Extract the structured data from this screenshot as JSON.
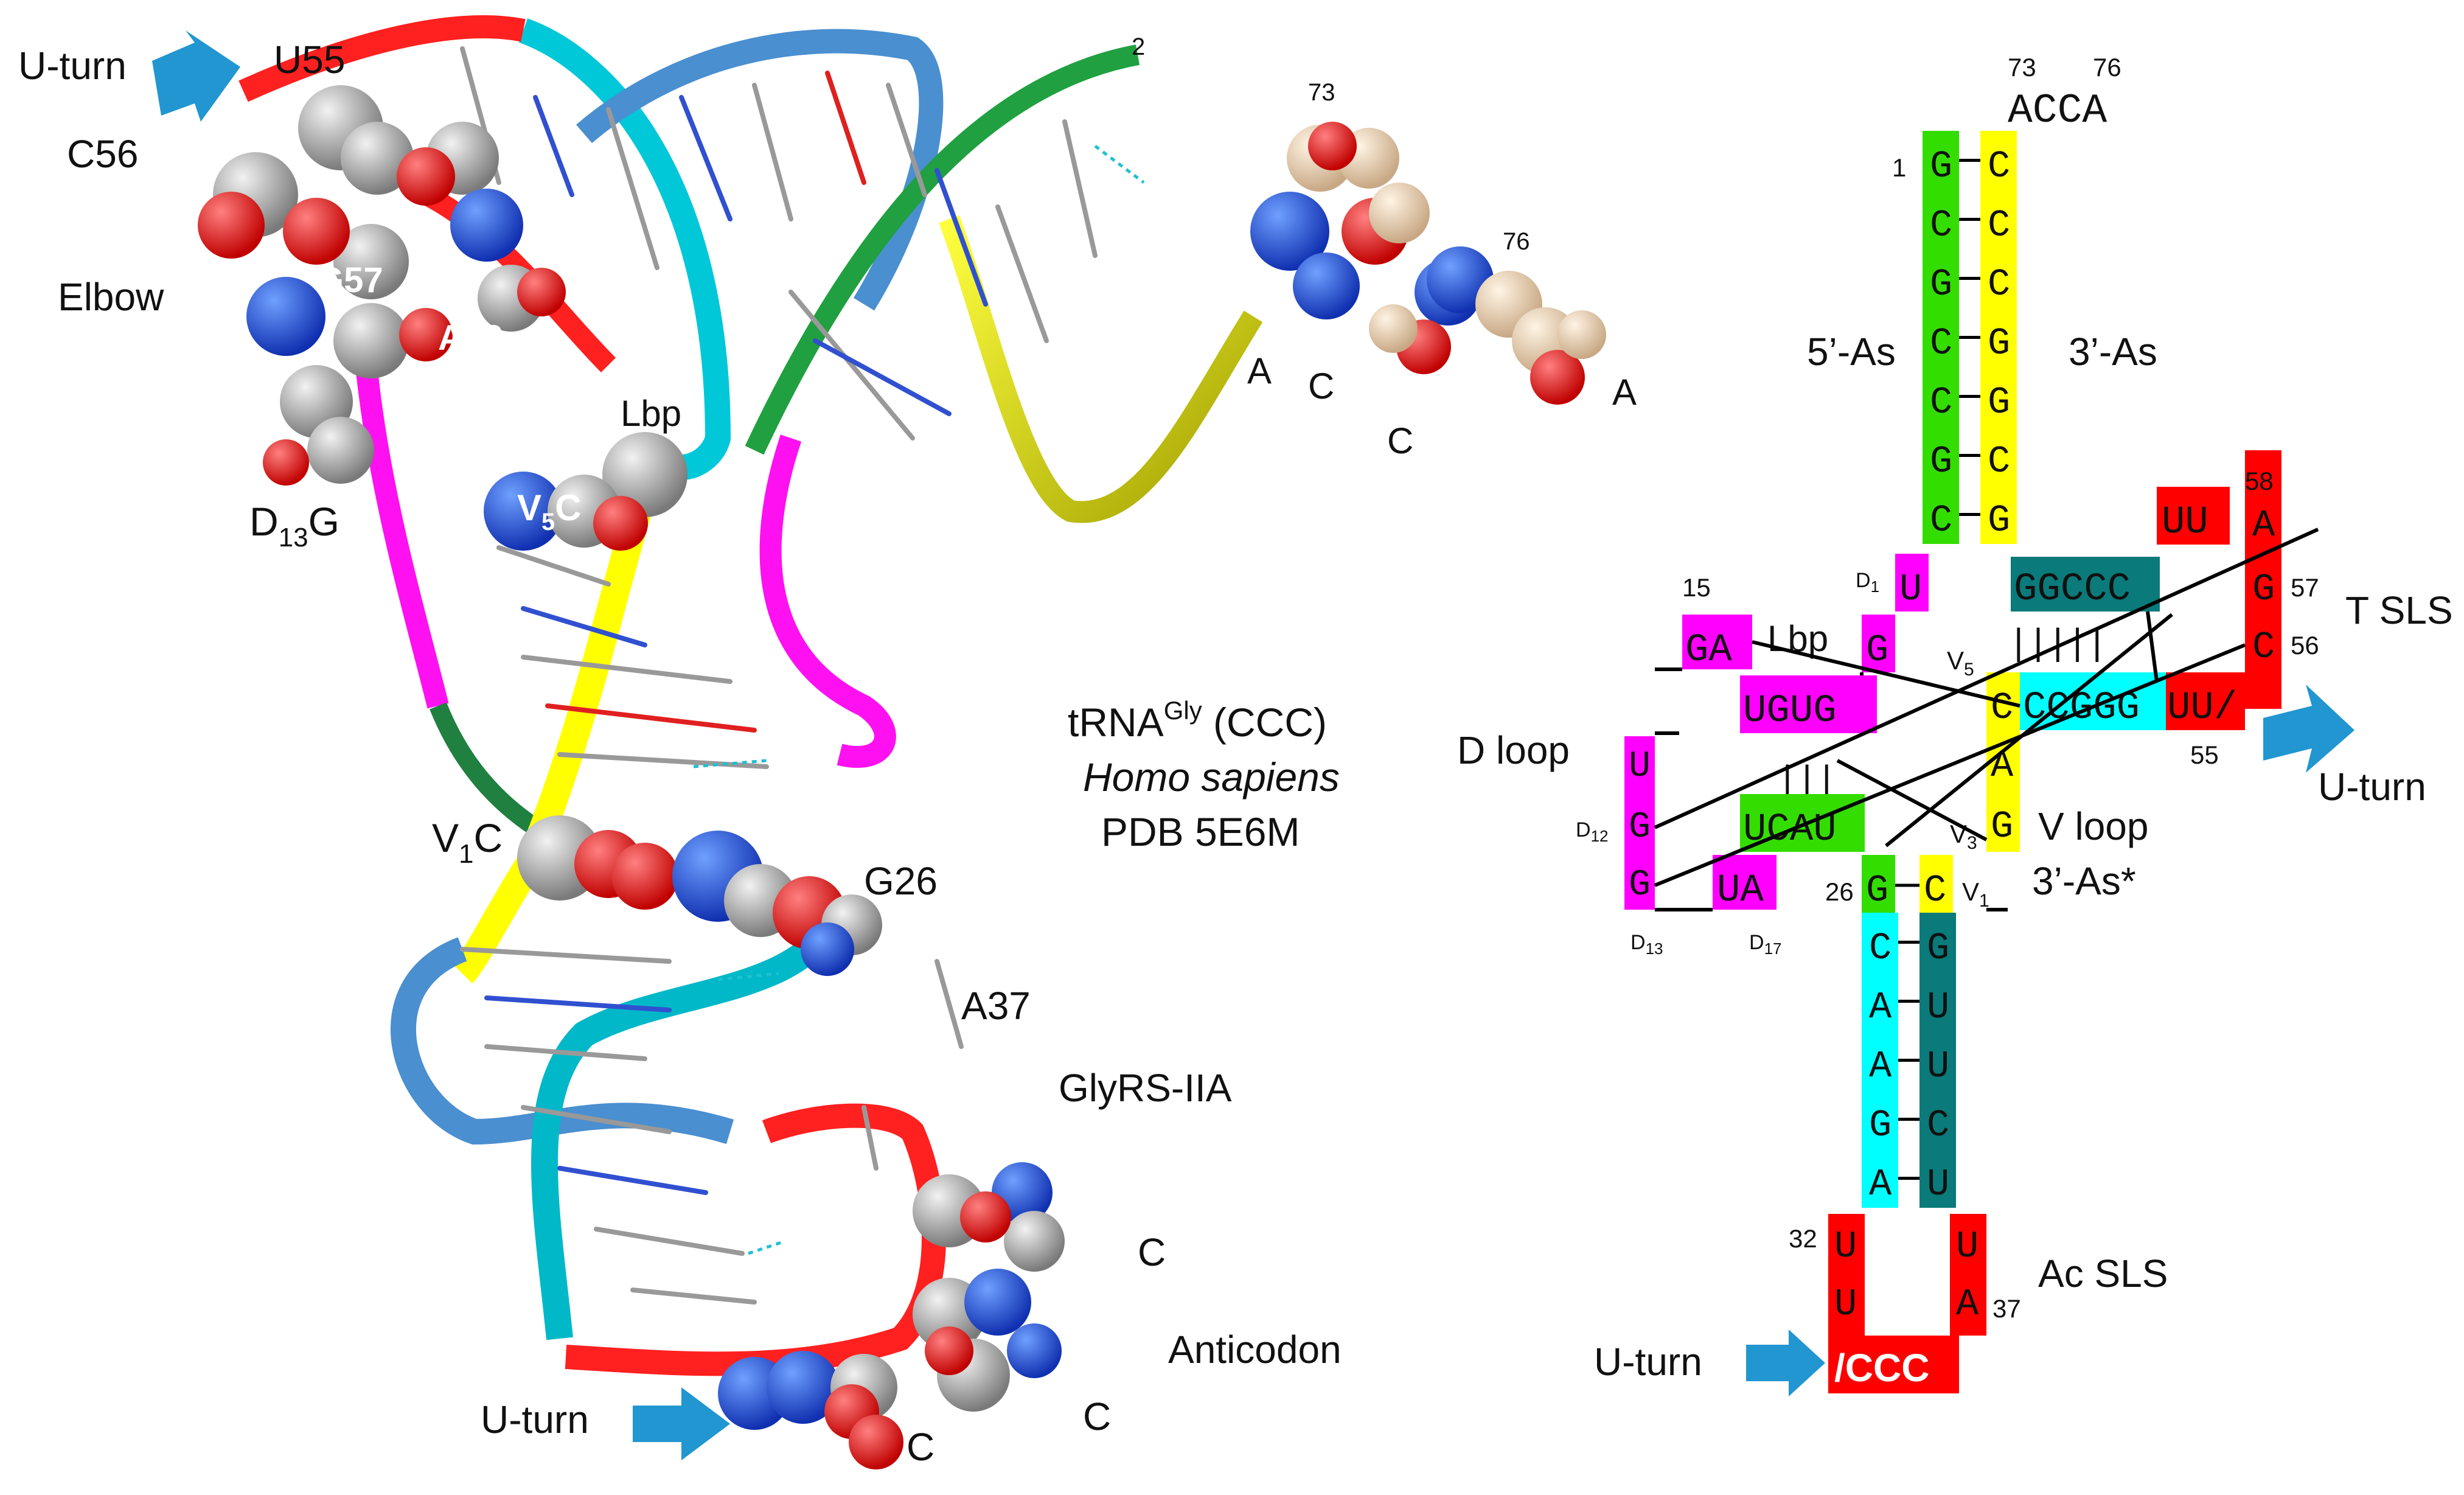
{
  "structure_labels": {
    "uturn_top": "U-turn",
    "u55": "U55",
    "c56": "C56",
    "elbow": "Elbow",
    "g57": "G57",
    "a58": "A58",
    "lbp": "Lbp",
    "d13g": "D",
    "d13g_sub": "13",
    "d13g_tail": "G",
    "v5c": "V",
    "v5c_sub": "5",
    "v5c_tail": "C",
    "n2": "2",
    "n73": "73",
    "n76": "76",
    "tailA1": "A",
    "tailC1": "C",
    "tailC2": "C",
    "tailA2": "A",
    "v1c": "V",
    "v1c_sub": "1",
    "v1c_tail": "C",
    "g26": "G26",
    "a37": "A37",
    "glyrs": "GlyRS-IIA",
    "ac_c1": "C",
    "ac_c2": "C",
    "ac_c3": "C",
    "anticodon": "Anticodon",
    "uturn_bottom": "U-turn"
  },
  "title_block": {
    "line1": "tRNA",
    "line1_sup": "Gly",
    "line1_tail": " (CCC)",
    "line2": "Homo sapiens",
    "line3": "PDB 5E6M"
  },
  "secondary": {
    "n73": "73",
    "n76": "76",
    "acca": "ACCA",
    "n1": "1",
    "acceptor_5": [
      "G",
      "C",
      "G",
      "C",
      "C",
      "G",
      "C"
    ],
    "acceptor_3": [
      "C",
      "C",
      "C",
      "G",
      "G",
      "C",
      "G"
    ],
    "as5": "5’-As",
    "as3": "3’-As",
    "n58": "58",
    "n57": "57",
    "n56": "56",
    "n55": "55",
    "tsls": "T SLS",
    "uturn_right": "U-turn",
    "uu": "UU",
    "t_a": "A",
    "t_g": "G",
    "t_c": "C",
    "ggccc": "GGCCC",
    "ccggg": "CCGGG",
    "uu_slash": "UU/",
    "pairs_t": "| | | | |",
    "d1": "D",
    "d1_sub": "1",
    "d1_u": "U",
    "d_g": "G",
    "n15": "15",
    "ga": "GA",
    "lbp": "Lbp",
    "ugug": "UGUG",
    "v5": "V",
    "v5_sub": "5",
    "v_c": "C",
    "v_a": "A",
    "v_g": "G",
    "v3": "V",
    "v3_sub": "3",
    "dloop": "D loop",
    "vloop": "V loop",
    "as3star": "3’-As*",
    "dl_u": "U",
    "dl_g1": "G",
    "dl_g2": "G",
    "d12": "D",
    "d12_sub": "12",
    "d13": "D",
    "d13_sub": "13",
    "d17": "D",
    "d17_sub": "17",
    "ucau": "UCAU",
    "pairs_d": "| | |",
    "ua": "UA",
    "n26": "26",
    "g26": "G",
    "c_v1": "C",
    "v1": "V",
    "v1_sub": "1",
    "ac_5": [
      "C",
      "A",
      "A",
      "G",
      "A"
    ],
    "ac_3": [
      "G",
      "U",
      "U",
      "C",
      "U"
    ],
    "n32": "32",
    "n37": "37",
    "loop_u1": "U",
    "loop_u2": "U",
    "loop_u3": "U",
    "loop_a": "A",
    "ccc": "/CCC",
    "acsls": "Ac SLS",
    "uturn_ac": "U-turn"
  },
  "colors": {
    "green": "#33dd00",
    "yellow": "#ffff00",
    "magenta": "#ff00ff",
    "red": "#ff0000",
    "teal": "#0a7a7a",
    "cyan": "#00ffff",
    "arrow": "#2196d0"
  }
}
